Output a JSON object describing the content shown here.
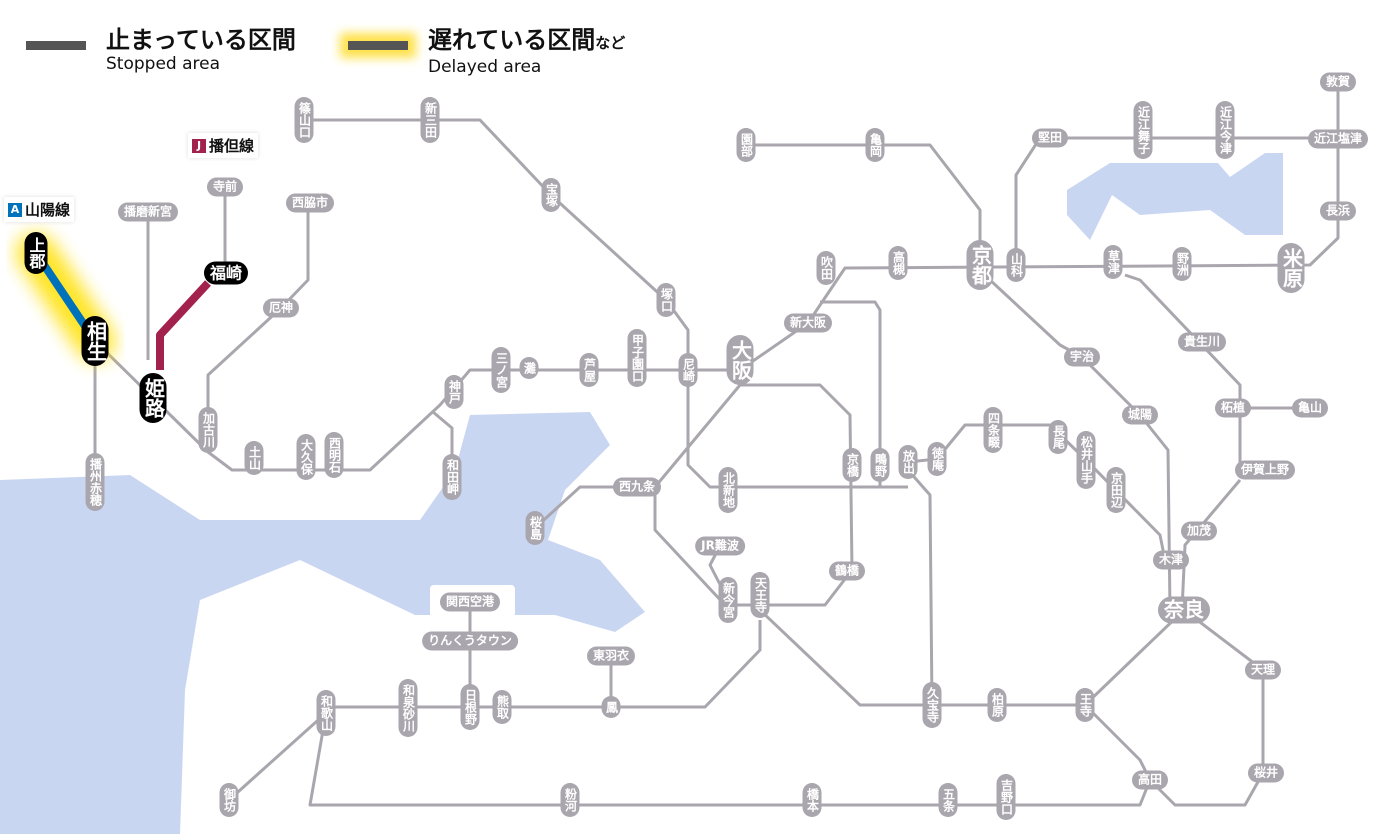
{
  "legend": {
    "stopped": {
      "jp": "止まっている区間",
      "en": "Stopped area"
    },
    "delayed": {
      "jp": "遅れている区間",
      "jp_suffix": "など",
      "en": "Delayed area"
    }
  },
  "line_labels": {
    "sanyo": {
      "badge": "A",
      "name": "山陽線",
      "color": "#0072bc"
    },
    "bantan": {
      "badge": "J",
      "name": "播但線",
      "color": "#a3224d"
    }
  },
  "colors": {
    "station": "#a9a6ae",
    "line": "#aaa6ae",
    "stopped": "#000000",
    "water": "#c9d6f2",
    "glow": "#ffe000"
  },
  "stations": {
    "sasayamaguchi": "篠山口",
    "shinsanda": "新三田",
    "takarazuka": "宝塚",
    "tsukaguchi": "塚口",
    "amagasaki": "尼崎",
    "osaka": "大阪",
    "shinosaka": "新大阪",
    "suita": "吹田",
    "takatsuki": "高槻",
    "kyoto": "京都",
    "yamashina": "山科",
    "sonobe": "園部",
    "kameoka": "亀岡",
    "katata": "堅田",
    "omimaiko": "近江舞子",
    "omiimazu": "近江今津",
    "tsuruga": "敦賀",
    "omishiotsu": "近江塩津",
    "nagahama": "長浜",
    "maibara": "米原",
    "yasu": "野洲",
    "kusatsu": "草津",
    "uji": "宇治",
    "joyo": "城陽",
    "kibukawa": "貴生川",
    "tsuge": "柘植",
    "kameyama": "亀山",
    "igaueno": "伊賀上野",
    "kamo": "加茂",
    "kizu": "木津",
    "nara": "奈良",
    "tenri": "天理",
    "sakurai": "桜井",
    "takada": "高田",
    "oji": "王寺",
    "kashiwara": "柏原",
    "kyuhoji": "久宝寺",
    "hanaten": "放出",
    "shigino": "鴫野",
    "kyobashi": "京橋",
    "tokuan": "徳庵",
    "shijonawate": "四条畷",
    "nagao": "長尾",
    "matsuiyamate": "松井山手",
    "kyotanabe": "京田辺",
    "kitashinchi": "北新地",
    "nishikujo": "西九条",
    "sakurajima": "桜島",
    "jrnamba": "JR難波",
    "shinimamiya": "新今宮",
    "tennoji": "天王寺",
    "tsuruhashi": "鶴橋",
    "koshienguchi": "甲子園口",
    "ashiya": "芦屋",
    "nada": "灘",
    "sannomiya": "三ノ宮",
    "kobe": "神戸",
    "wadamisaki": "和田岬",
    "nishiakashi": "西明石",
    "okubo": "大久保",
    "tsuchiyama": "土山",
    "kakogawa": "加古川",
    "yakujin": "厄神",
    "nishiwakishi": "西脇市",
    "teramae": "寺前",
    "fukusaki": "福崎",
    "himeji": "姫路",
    "harimashingu": "播磨新宮",
    "aioi": "相生",
    "kamigori": "上郡",
    "banshuako": "播州赤穂",
    "kansaiairport": "関西空港",
    "rinkutown": "りんくうタウン",
    "hineno": "日根野",
    "kumatori": "熊取",
    "higashihagoromo": "東羽衣",
    "otori": "鳳",
    "izumisunagawa": "和泉砂川",
    "wakayama": "和歌山",
    "gobo": "御坊",
    "kokawa": "粉河",
    "hashimoto": "橋本",
    "gojo": "五条",
    "yoshinoguchi": "吉野口"
  },
  "stopped_stations": [
    "kamigori",
    "aioi",
    "himeji",
    "fukusaki"
  ],
  "stopped_sections": [
    [
      "himeji",
      "fukusaki"
    ]
  ],
  "delayed_sections": [
    [
      "kamigori",
      "aioi"
    ]
  ]
}
